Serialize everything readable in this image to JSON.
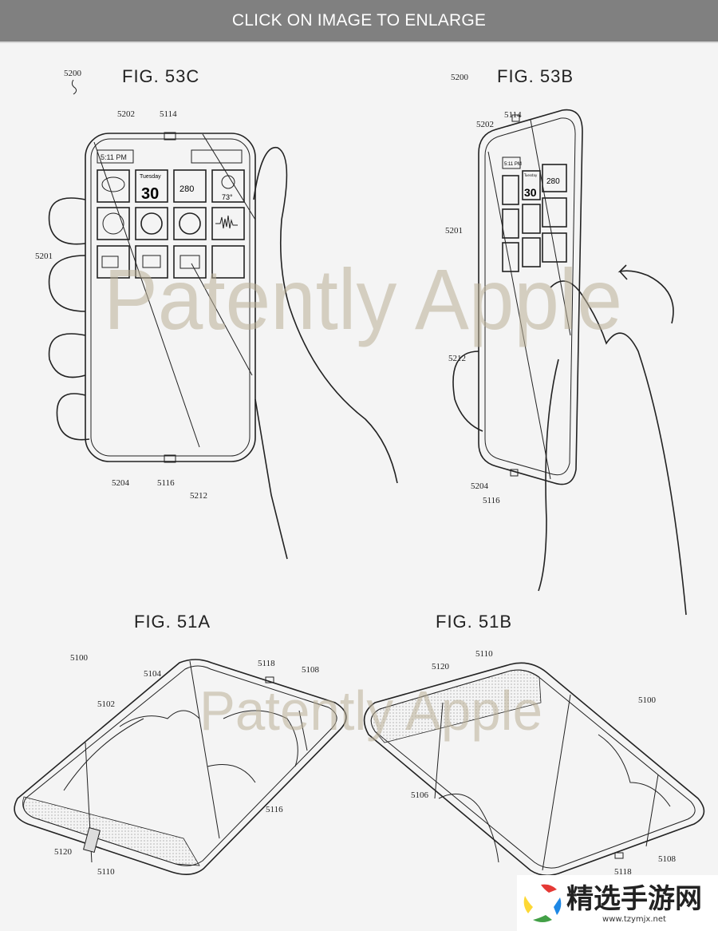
{
  "header": {
    "banner_text": "CLICK ON IMAGE TO ENLARGE"
  },
  "watermark": {
    "text_main": "Patently Apple",
    "text_lower": "Patently Apple"
  },
  "fig53c": {
    "title": "FIG. 53C",
    "labels": {
      "device": "5200",
      "edge": "5202",
      "top_sensor": "5114",
      "display": "5201",
      "bottom_edge": "5204",
      "bottom_sensor": "5116",
      "region": "5212"
    },
    "screen": {
      "time": "5:11 PM",
      "calendar_day": "Tuesday",
      "calendar_date": "30",
      "highway": "280",
      "temperature": "73°"
    }
  },
  "fig53b": {
    "title": "FIG. 53B",
    "labels": {
      "device": "5200",
      "edge": "5202",
      "top_sensor": "5114",
      "display": "5201",
      "region": "5212",
      "bottom_edge": "5204",
      "bottom_sensor": "5116"
    },
    "screen": {
      "time": "5:11 PM",
      "calendar_day": "Tuesday",
      "calendar_date": "30",
      "highway": "280"
    }
  },
  "fig51a": {
    "title": "FIG. 51A",
    "labels": {
      "device": "5100",
      "a": "5104",
      "b": "5118",
      "c": "5108",
      "d": "5102",
      "e": "5116",
      "f": "5120",
      "g": "5110"
    }
  },
  "fig51b": {
    "title": "FIG. 51B",
    "labels": {
      "a": "5110",
      "b": "5120",
      "device": "5100",
      "c": "5106",
      "d": "5108",
      "e": "5118"
    }
  },
  "logo": {
    "name": "精选手游网",
    "url": "www.tzymjx.net",
    "colors": [
      "#e53935",
      "#1e88e5",
      "#fdd835",
      "#43a047"
    ]
  }
}
